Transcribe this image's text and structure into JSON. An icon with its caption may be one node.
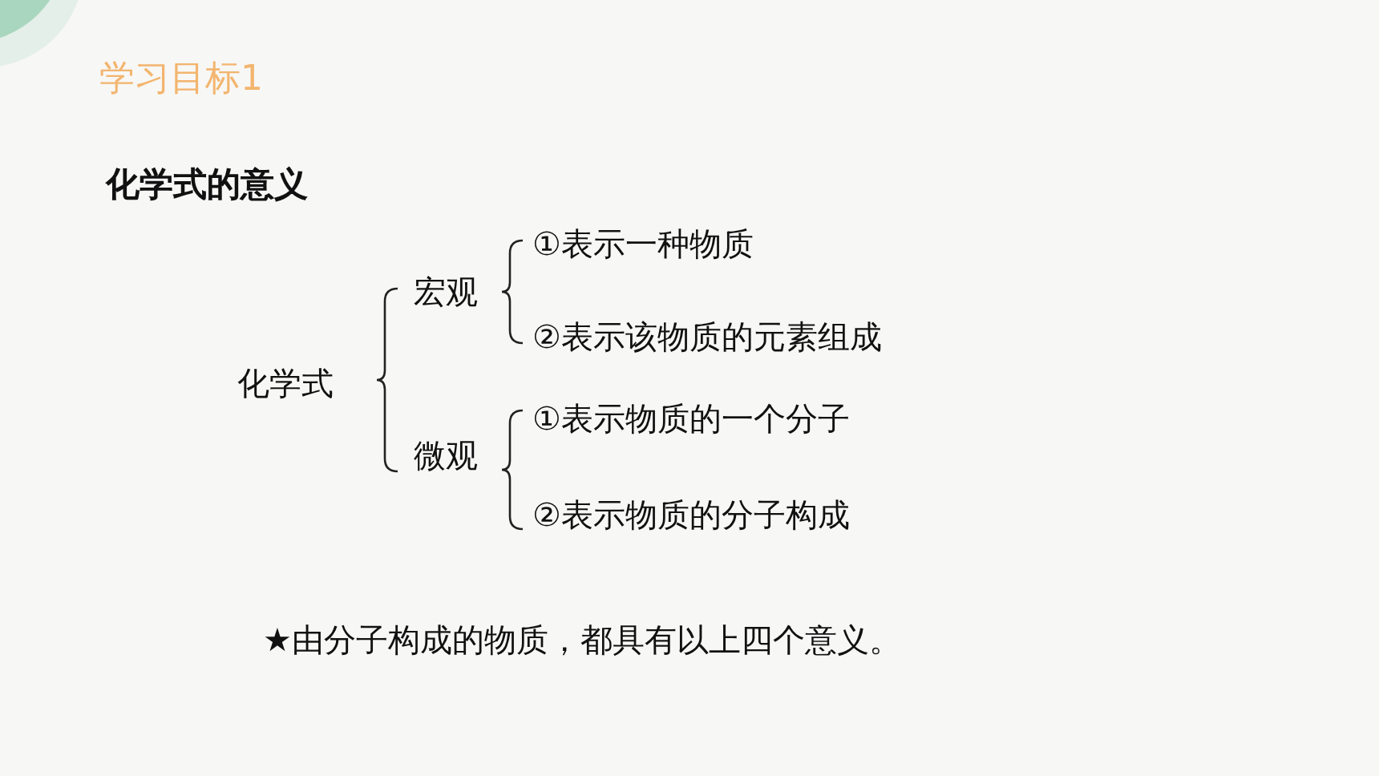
{
  "diagram": {
    "title": "化学式的意义",
    "labels": [
      "学习目标1",
      "化学式",
      "宏观",
      "①表示一种物质",
      "②表示该物质的元素组成",
      "微观",
      "①表示物质的一个分子",
      "②表示物质的分子构成",
      "★由分子构成的物质，都具有以上四个意义。"
    ]
  }
}
